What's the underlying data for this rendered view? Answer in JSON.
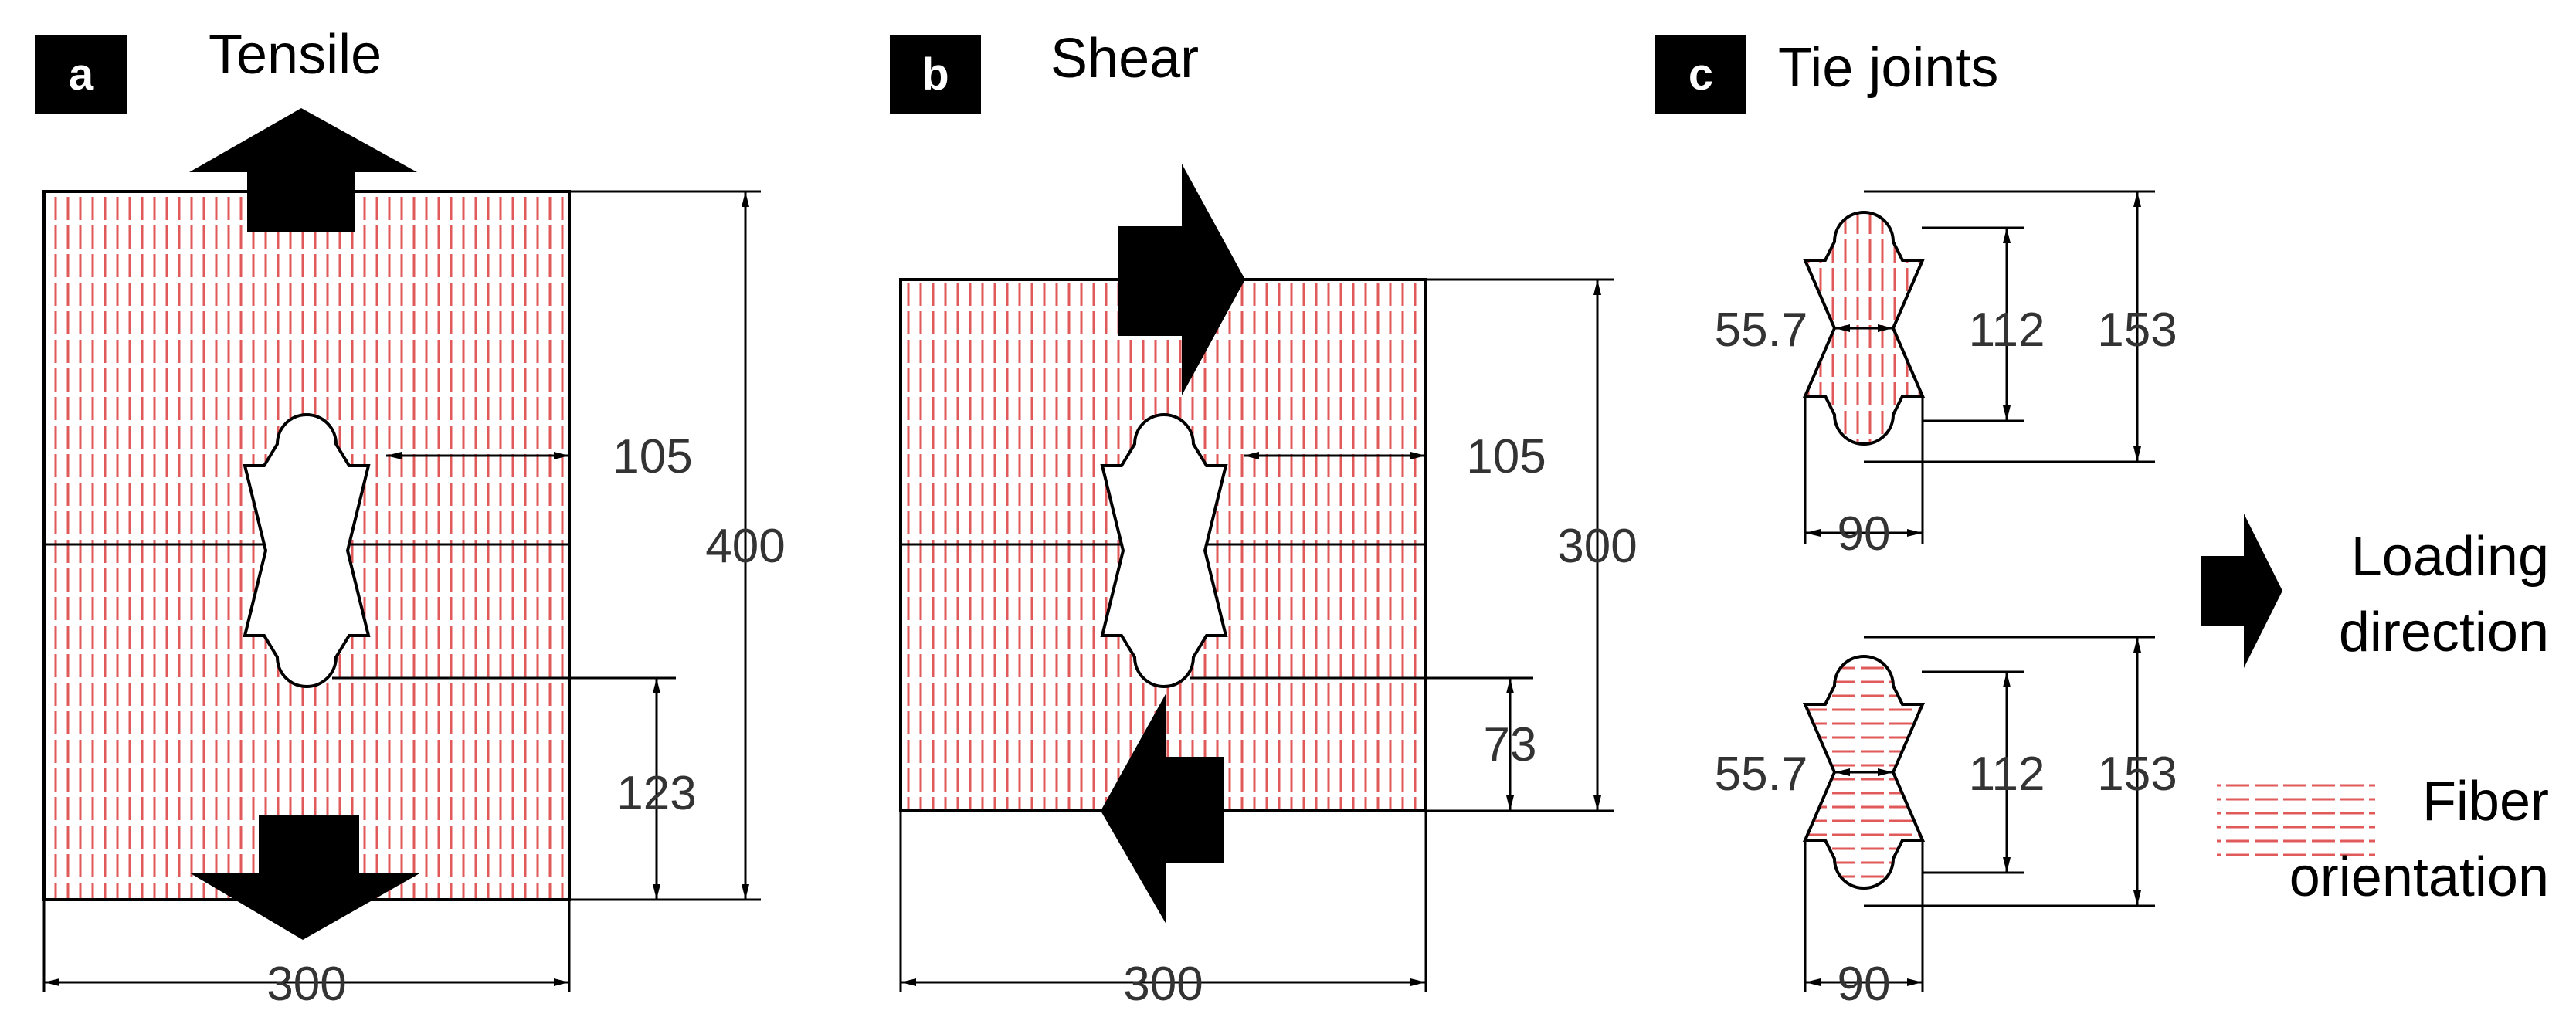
{
  "panels": {
    "a": {
      "badge": "a",
      "title": "Tensile",
      "dims": {
        "width": "300",
        "height": "400",
        "right_edge": "105",
        "bottom_edge": "123"
      }
    },
    "b": {
      "badge": "b",
      "title": "Shear",
      "dims": {
        "width": "300",
        "height": "300",
        "right_edge": "105",
        "bottom_edge": "73"
      }
    },
    "c": {
      "badge": "c",
      "title": "Tie joints",
      "joint_vertical_fiber": {
        "neck": "55.7",
        "inner_height": "112",
        "total_height": "153",
        "width": "90"
      },
      "joint_horizontal_fiber": {
        "neck": "55.7",
        "inner_height": "112",
        "total_height": "153",
        "width": "90"
      }
    }
  },
  "legend": {
    "loading_line1": "Loading",
    "loading_line2": "direction",
    "fiber_line1": "Fiber",
    "fiber_line2": "orientation"
  },
  "colors": {
    "fiber": "#e15a5a",
    "ink": "#000000",
    "background": "#ffffff"
  }
}
